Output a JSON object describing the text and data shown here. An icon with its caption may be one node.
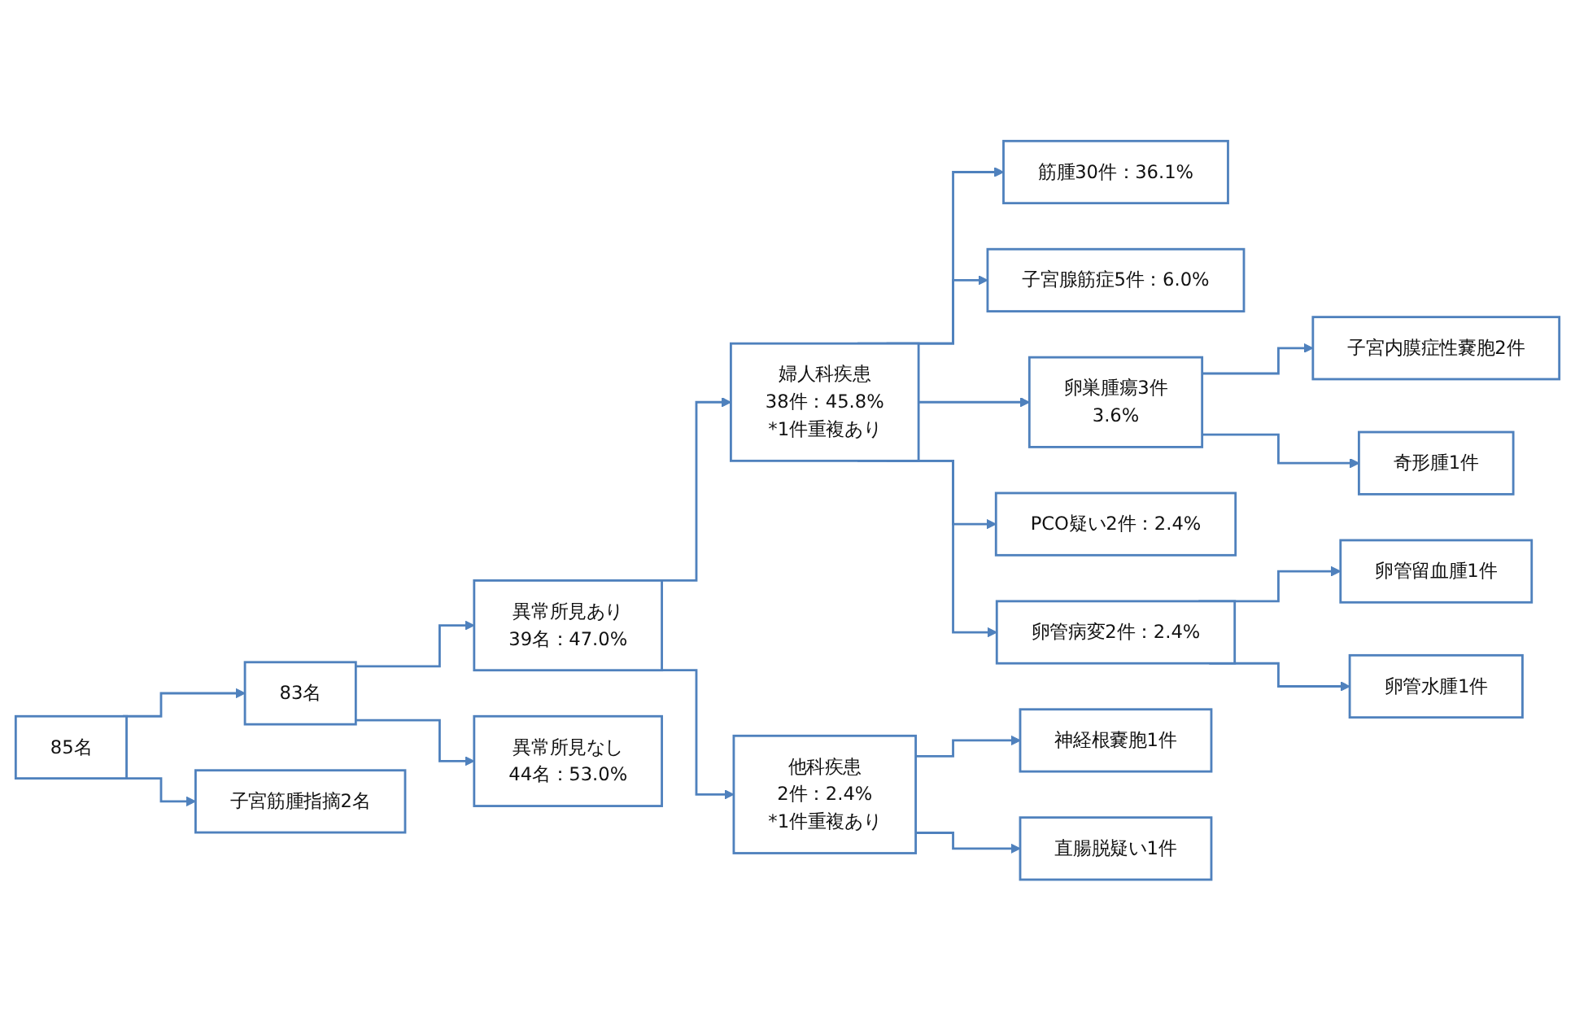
{
  "diagram": {
    "nodes": [
      {
        "text": [
          "85名"
        ]
      },
      {
        "text": [
          "83名"
        ]
      },
      {
        "text": [
          "異常所見あり",
          "39名：47.0%"
        ]
      },
      {
        "text": [
          "異常所見なし",
          "44名：53.0%"
        ]
      },
      {
        "text": [
          "子宮筋腫指摘2名"
        ]
      },
      {
        "text": [
          "婦人科疾患",
          "38件：45.8%",
          "*1件重複あり"
        ]
      },
      {
        "text": [
          "他科疾患",
          "2件：2.4%",
          "*1件重複あり"
        ]
      },
      {
        "text": [
          "筋腫30件：36.1%"
        ]
      },
      {
        "text": [
          "子宮腺筋症5件：6.0%"
        ]
      },
      {
        "text": [
          "卵巣腫瘍3件",
          "3.6%"
        ]
      },
      {
        "text": [
          "PCO疑い2件：2.4%"
        ]
      },
      {
        "text": [
          "卵管病変2件：2.4%"
        ]
      },
      {
        "text": [
          "子宮内膜症性嚢胞2件"
        ]
      },
      {
        "text": [
          "奇形腫1件"
        ]
      },
      {
        "text": [
          "卵管留血腫1件"
        ]
      },
      {
        "text": [
          "卵管水腫1件"
        ]
      },
      {
        "text": [
          "神経根嚢胞1件"
        ]
      },
      {
        "text": [
          "直腸脱疑い1件"
        ]
      }
    ],
    "edges": [
      {
        "from": 0,
        "to": 1,
        "arrow": "to"
      },
      {
        "from": 0,
        "to": 4,
        "arrow": "to"
      },
      {
        "from": 1,
        "to": 2,
        "arrow": "to"
      },
      {
        "from": 1,
        "to": 3,
        "arrow": "to"
      },
      {
        "from": 2,
        "to": 5,
        "arrow": "to"
      },
      {
        "from": 2,
        "to": 6,
        "arrow": "to"
      },
      {
        "from": 5,
        "to": 7,
        "arrow": "to"
      },
      {
        "from": 5,
        "to": 8,
        "arrow": "to"
      },
      {
        "from": 5,
        "to": 9,
        "arrow": "to"
      },
      {
        "from": 5,
        "to": 10,
        "arrow": "to"
      },
      {
        "from": 5,
        "to": 11,
        "arrow": "to"
      },
      {
        "from": 9,
        "to": 12,
        "arrow": "to"
      },
      {
        "from": 9,
        "to": 13,
        "arrow": "to"
      },
      {
        "from": 11,
        "to": 14,
        "arrow": "to"
      },
      {
        "from": 11,
        "to": 15,
        "arrow": "to"
      },
      {
        "from": 6,
        "to": 16,
        "arrow": "to"
      },
      {
        "from": 6,
        "to": 17,
        "arrow": "to"
      }
    ]
  }
}
